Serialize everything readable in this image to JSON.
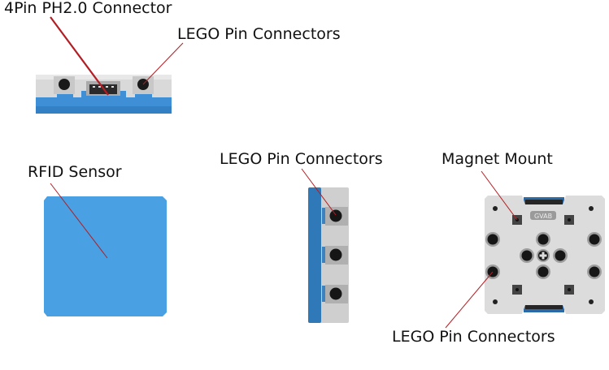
{
  "labels": {
    "connector_4pin": "4Pin PH2.0 Connector",
    "lego_pins_top": "LEGO Pin Connectors",
    "rfid_sensor": "RFID Sensor",
    "lego_pins_side": "LEGO Pin Connectors",
    "magnet_mount": "Magnet Mount",
    "lego_pins_back": "LEGO Pin Connectors"
  },
  "back_marking": "GVAB",
  "colors": {
    "module_blue": "#3f95dc",
    "module_blue_dark": "#2f76b4",
    "module_gray": "#d8d8d8",
    "hole_black": "#1a1a1a",
    "leader_line": "#b21e24"
  }
}
